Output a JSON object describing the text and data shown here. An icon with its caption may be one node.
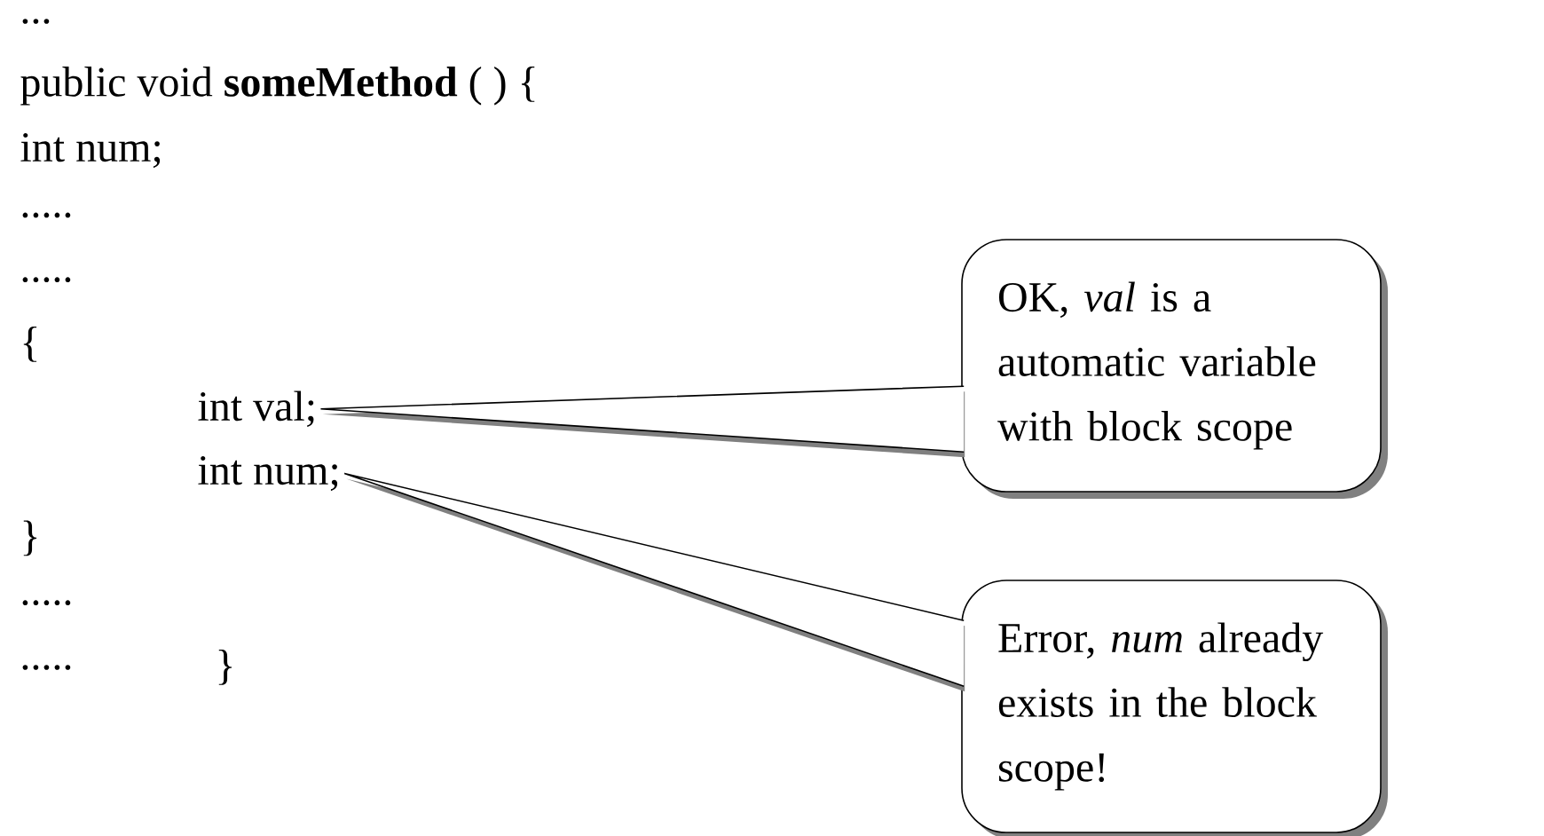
{
  "diagram": {
    "nodes": [
      {
        "text": [
          "OK, *val* is a automatic variable with block scope"
        ]
      },
      {
        "text": [
          "Error, *num* already exists in the block scope!"
        ]
      },
      {
        "text": [
          "int  val;"
        ]
      },
      {
        "text": [
          "int num;"
        ]
      }
    ],
    "edges": [
      {
        "from": 0,
        "to": 2,
        "arrow": "none"
      },
      {
        "from": 1,
        "to": 3,
        "arrow": "none"
      }
    ],
    "labels": [
      "...",
      "public void **someMethod** ( ) {",
      "int num;",
      ".....",
      ".....",
      "{",
      "}",
      ".....",
      ".....",
      "}"
    ]
  }
}
